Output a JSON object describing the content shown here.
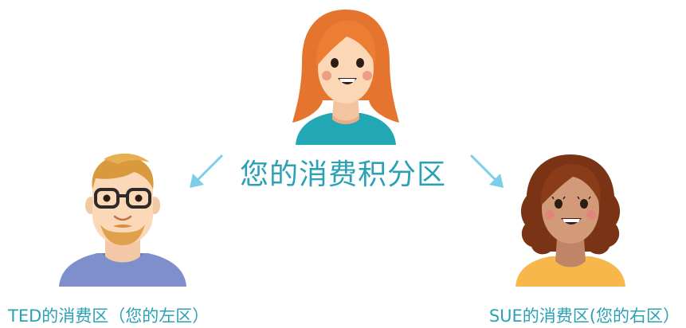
{
  "diagram": {
    "center_label": "您的消费积分区",
    "left_label": "TED的消费区（您的左区）",
    "right_label": "SUE的消费区(您的右区）"
  },
  "colors": {
    "label_teal": "#2aa1b4",
    "arrow_blue": "#7ccdea",
    "shirt_teal": "#22a7b4",
    "shirt_periwinkle": "#7f8fcb",
    "shirt_yellow": "#f8b74a",
    "hair_orange": "#e5752e",
    "hair_blond": "#d89a3d",
    "hair_brown": "#7a3315"
  },
  "icons": {
    "top_person": "woman-red-hair-avatar-icon",
    "left_person": "man-glasses-beard-avatar-icon",
    "right_person": "woman-curly-brown-hair-avatar-icon",
    "left_arrow": "arrow-down-left-icon",
    "right_arrow": "arrow-down-right-icon"
  }
}
